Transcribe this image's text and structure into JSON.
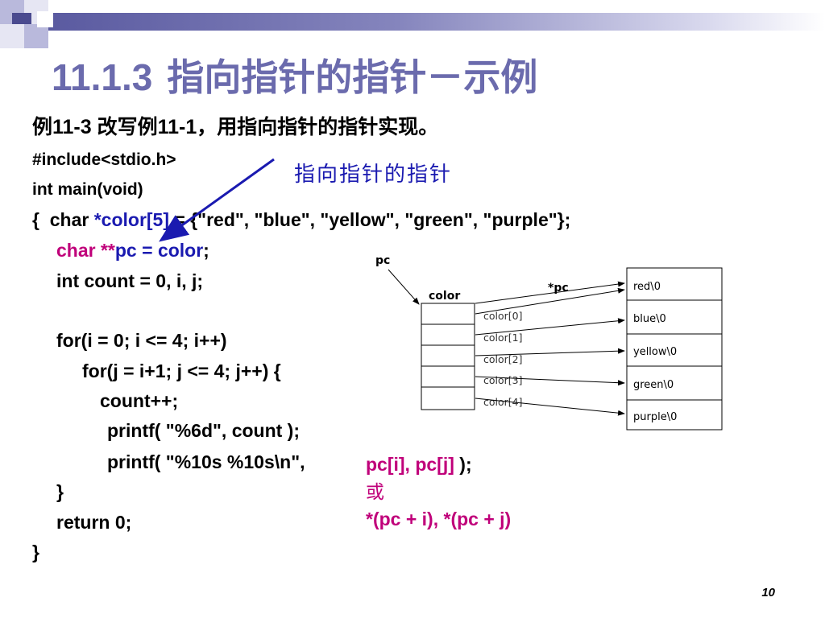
{
  "slide": {
    "title_number": "11.1.3",
    "title_text": "指向指针的指针－示例",
    "intro": "例11-3  改写例11-1，用指向指针的指针实现。",
    "annotation": "指向指针的指针",
    "page_number": "10"
  },
  "code": {
    "include": "#include<stdio.h>",
    "main_sig": "int main(void)",
    "decl_open": "{  char ",
    "decl_ptr": "*color[5]",
    "decl_rest": " = {\"red\", \"blue\", \"yellow\", \"green\", \"purple\"};",
    "pc_char": "char **",
    "pc_name": "pc",
    "pc_eq": " = ",
    "pc_color": "color",
    "pc_semi": ";",
    "counters": "int count = 0, i, j;",
    "for_i": "for(i = 0; i <= 4; i++)",
    "for_j": "for(j = i+1; j <= 4; j++) {",
    "count_inc": "count++;",
    "printf_count": "printf( \"%6d\", count );",
    "printf_names": "printf( \"%10s %10s\\n\",",
    "close_inner": "}",
    "return": "return 0;",
    "close_main": "}"
  },
  "notes": {
    "args": "pc[i], pc[j]",
    "args_end": " );",
    "or": "或",
    "alt": "*(pc + i), *(pc + j)"
  },
  "diagram": {
    "pc_label": "pc",
    "color_label": "color",
    "deref_label": "*pc",
    "slots": [
      "color[0]",
      "color[1]",
      "color[2]",
      "color[3]",
      "color[4]"
    ],
    "strings": [
      "red\\0",
      "blue\\0",
      "yellow\\0",
      "green\\0",
      "purple\\0"
    ]
  },
  "colors": {
    "title": "#6b6bad",
    "highlight_purple": "#c0007a",
    "highlight_blue": "#1a1ab0"
  }
}
